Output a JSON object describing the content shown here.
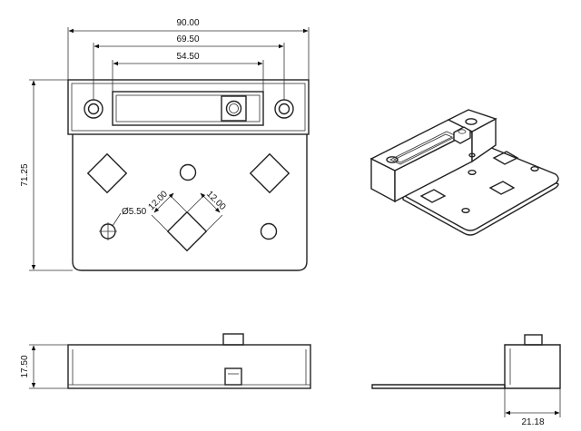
{
  "drawing": {
    "dimensions": {
      "overall_width": "90.00",
      "hole_spacing": "69.50",
      "slot_width": "54.50",
      "overall_height": "71.25",
      "hole_diameter": "Ø5.50",
      "square_side_a": "12.00",
      "square_side_b": "12.00",
      "thickness_height": "17.50",
      "side_depth": "21.18"
    }
  }
}
